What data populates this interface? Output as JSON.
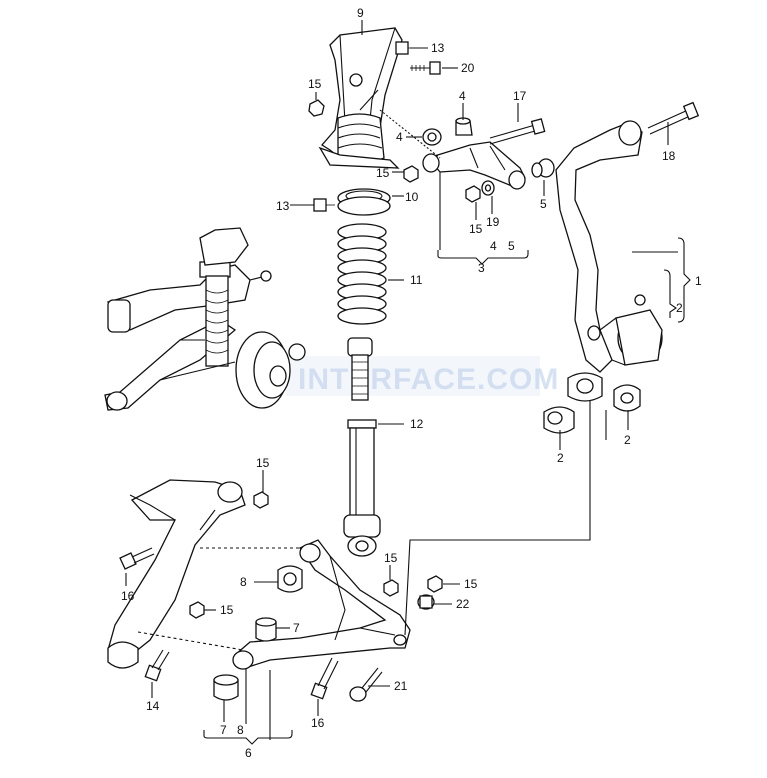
{
  "diagram": {
    "watermark": "INTERFACE.COM",
    "labels": {
      "p1": "1",
      "p2a": "2",
      "p2b": "2",
      "p2c": "2",
      "p3": "3",
      "p4a": "4",
      "p4b": "4",
      "p4c": "4",
      "p5a": "5",
      "p5b": "5",
      "p6": "6",
      "p7a": "7",
      "p7b": "7",
      "p8a": "8",
      "p8b": "8",
      "p9": "9",
      "p10": "10",
      "p11": "11",
      "p12": "12",
      "p13a": "13",
      "p13b": "13",
      "p14": "14",
      "p15a": "15",
      "p15b": "15",
      "p15c": "15",
      "p15d": "15",
      "p15e": "15",
      "p15f": "15",
      "p15g": "15",
      "p16a": "16",
      "p16b": "16",
      "p17": "17",
      "p18": "18",
      "p19": "19",
      "p20": "20",
      "p21": "21",
      "p22": "22"
    }
  }
}
